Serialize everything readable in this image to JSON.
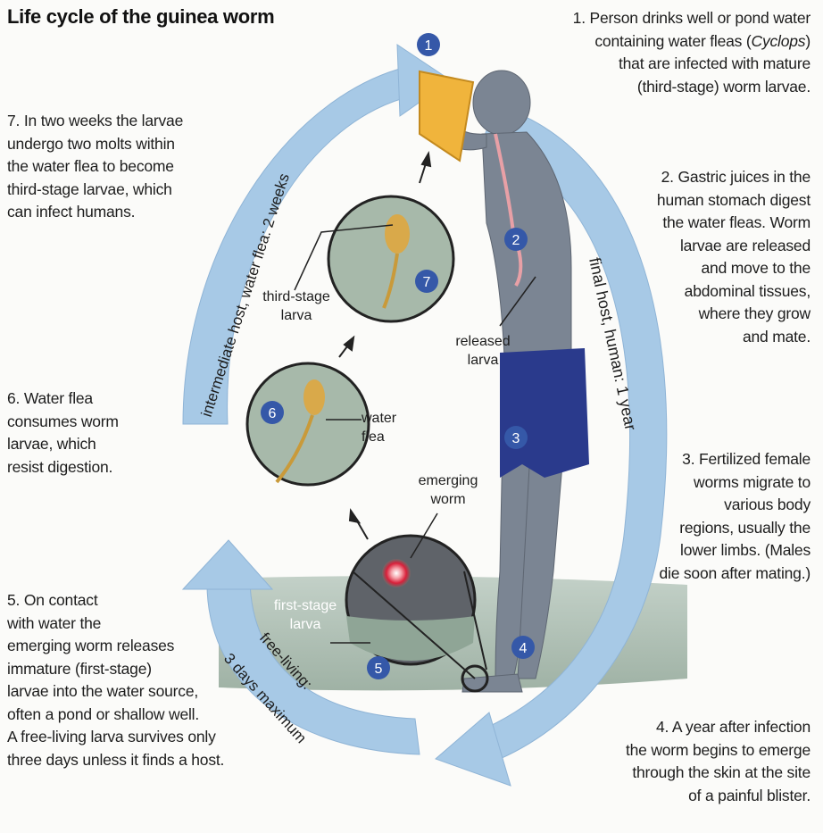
{
  "title": "Life cycle of the guinea worm",
  "steps": {
    "s1": [
      "1. Person drinks well or pond water",
      "containing water fleas (",
      "Cyclops",
      ")",
      "that are infected with mature",
      "(third-stage) worm larvae."
    ],
    "s2": [
      "2. Gastric juices in the",
      "human stomach digest",
      "the water fleas. Worm",
      "larvae are released",
      "and move to the",
      "abdominal tissues,",
      "where they grow",
      "and mate."
    ],
    "s3": [
      "3. Fertilized female",
      "worms migrate to",
      "various body",
      "regions, usually the",
      "lower limbs. (Males",
      "die soon after mating.)"
    ],
    "s4": [
      "4. A year after infection",
      "the worm begins to emerge",
      "through the skin at the site",
      "of a painful blister."
    ],
    "s5": [
      "5. On contact",
      "with water the",
      "emerging worm releases",
      "immature (first-stage)",
      "larvae into the water source,",
      "often a pond or shallow well.",
      "A free-living larva survives only",
      "three days unless it finds a host."
    ],
    "s6": [
      "6. Water flea",
      "consumes worm",
      "larvae, which",
      "resist digestion."
    ],
    "s7": [
      "7. In two weeks the larvae",
      "undergo two molts within",
      "the water flea to become",
      "third-stage larvae, which",
      "can infect humans."
    ]
  },
  "arc_labels": {
    "intermediate": "intermediate host, water flea: 2 weeks",
    "final": "final host, human: 1 year",
    "free_living_1": "free-living:",
    "free_living_2": "3 days maximum"
  },
  "callouts": {
    "third_stage": [
      "third-stage",
      "larva"
    ],
    "released": [
      "released",
      "larva"
    ],
    "water_flea": [
      "water",
      "flea"
    ],
    "emerging": [
      "emerging",
      "worm"
    ],
    "first_stage": [
      "first-stage",
      "larva"
    ]
  },
  "numbers": [
    "1",
    "2",
    "3",
    "4",
    "5",
    "6",
    "7"
  ],
  "colors": {
    "arrow": "#a7c9e6",
    "human": "#7b8593",
    "water": "#8fa89c",
    "pants": "#2a3a8c",
    "circle_num": "#3558a8",
    "cup": "#f0b43c"
  }
}
